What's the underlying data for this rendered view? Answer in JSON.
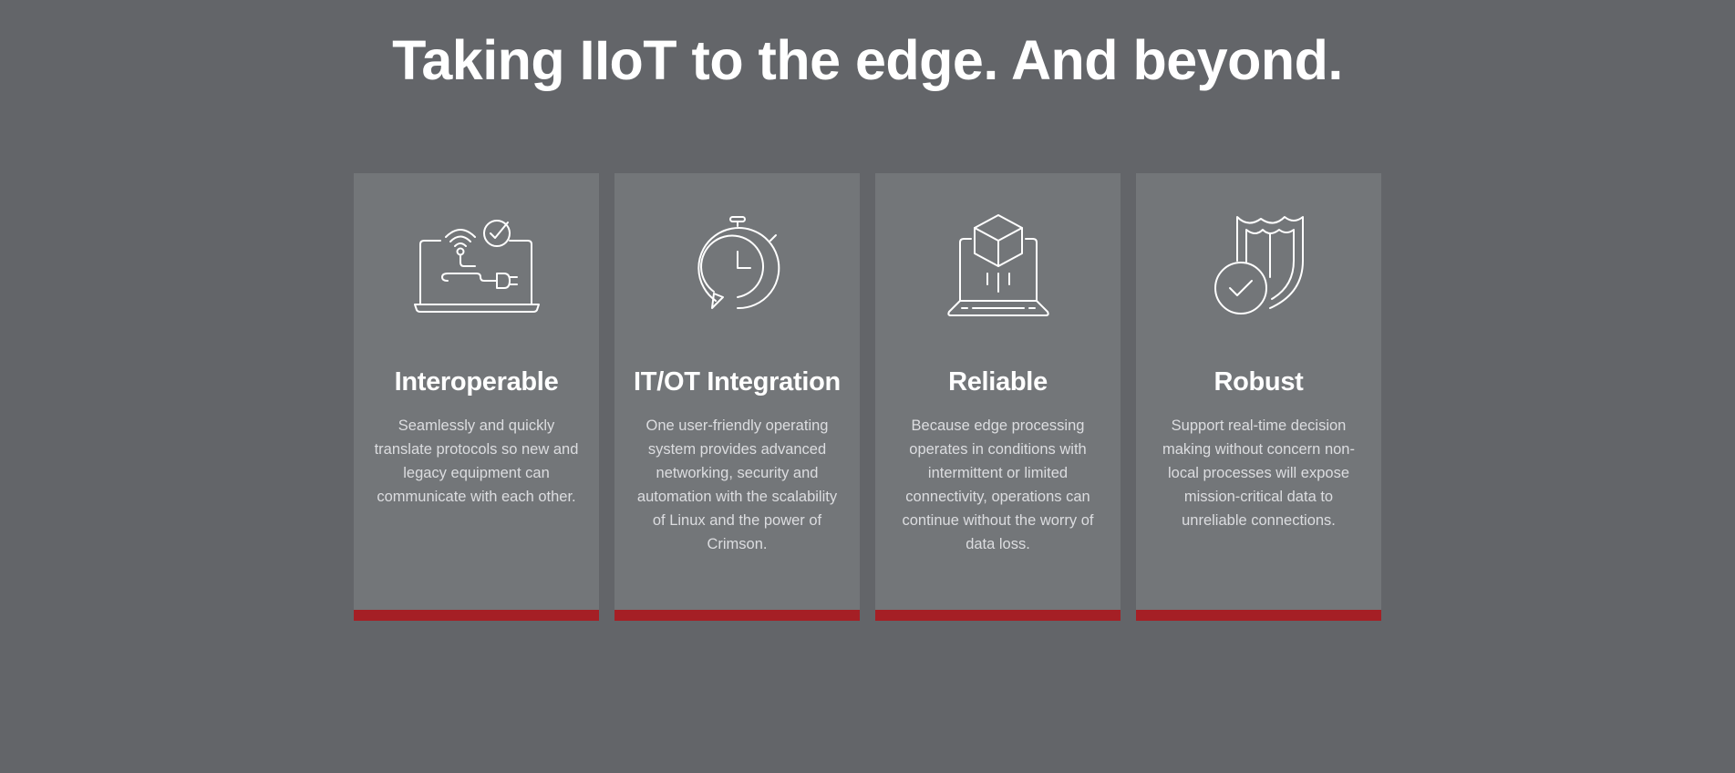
{
  "headline": "Taking IIoT to the edge. And beyond.",
  "colors": {
    "background": "#636569",
    "card_background": "#737679",
    "accent": "#a51f25",
    "title": "#ffffff",
    "body_text": "#dcdde0"
  },
  "cards": [
    {
      "icon": "laptop-connectivity-icon",
      "title": "Interoperable",
      "text": "Seamlessly and quickly translate protocols so new and legacy equipment can communicate with each other."
    },
    {
      "icon": "stopwatch-refresh-icon",
      "title": "IT/OT Integration",
      "text": "One user-friendly operating system provides advanced networking, security and automation with the scalability of Linux and the power of Crimson."
    },
    {
      "icon": "laptop-cube-icon",
      "title": "Reliable",
      "text": "Because edge processing operates in conditions with intermittent or limited connectivity, operations can continue without the worry of data loss."
    },
    {
      "icon": "shield-check-icon",
      "title": "Robust",
      "text": "Support real-time decision making without concern non-local processes will expose mission-critical data to unreliable connections."
    }
  ]
}
